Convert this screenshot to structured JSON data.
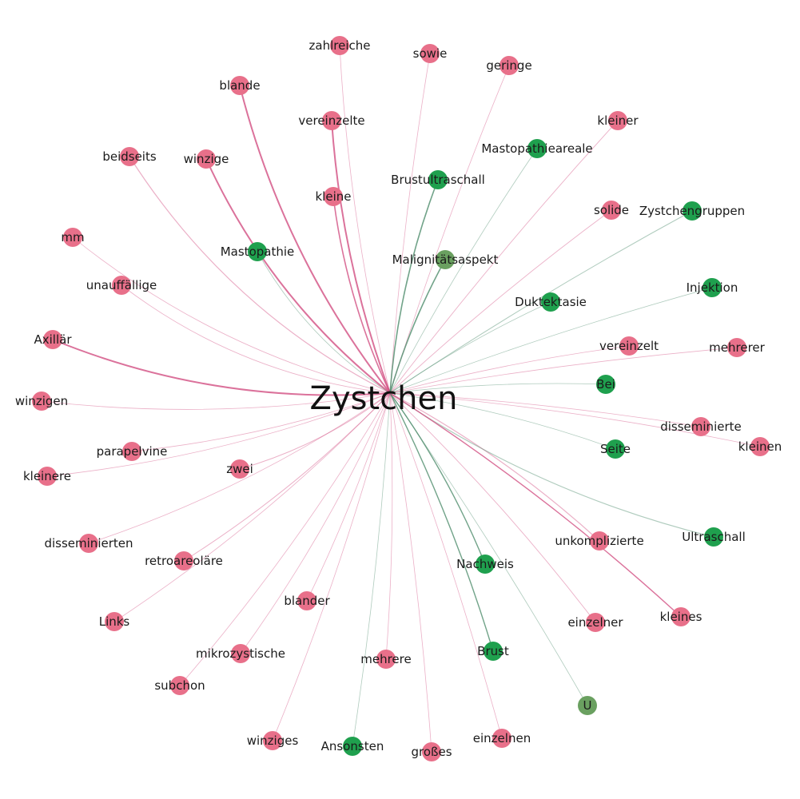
{
  "graph": {
    "center": {
      "label": "Zystchen"
    },
    "colors": {
      "adjective": "#e8708a",
      "noun": "#1fa04e",
      "mixed": "#6aa060",
      "edge_adjective": "#d24f82",
      "edge_noun": "#4d8c6c"
    },
    "nodes": [
      {
        "label": "zahlreiche",
        "type": "adjective"
      },
      {
        "label": "sowie",
        "type": "adjective"
      },
      {
        "label": "geringe",
        "type": "adjective"
      },
      {
        "label": "blande",
        "type": "adjective"
      },
      {
        "label": "vereinzelte",
        "type": "adjective"
      },
      {
        "label": "kleiner",
        "type": "adjective"
      },
      {
        "label": "Mastopathieareale",
        "type": "noun"
      },
      {
        "label": "beidseits",
        "type": "adjective"
      },
      {
        "label": "winzige",
        "type": "adjective"
      },
      {
        "label": "Brustultraschall",
        "type": "noun"
      },
      {
        "label": "kleine",
        "type": "adjective"
      },
      {
        "label": "solide",
        "type": "adjective"
      },
      {
        "label": "Zystchengruppen",
        "type": "noun"
      },
      {
        "label": "mm",
        "type": "adjective"
      },
      {
        "label": "Mastopathie",
        "type": "noun"
      },
      {
        "label": "Malignitätsaspekt",
        "type": "mixed"
      },
      {
        "label": "unauffällige",
        "type": "adjective"
      },
      {
        "label": "Injektion",
        "type": "noun"
      },
      {
        "label": "Duktektasie",
        "type": "noun"
      },
      {
        "label": "Axillär",
        "type": "adjective"
      },
      {
        "label": "vereinzelt",
        "type": "adjective"
      },
      {
        "label": "mehrerer",
        "type": "adjective"
      },
      {
        "label": "Bei",
        "type": "noun"
      },
      {
        "label": "winzigen",
        "type": "adjective"
      },
      {
        "label": "disseminierte",
        "type": "adjective"
      },
      {
        "label": "parapelvine",
        "type": "adjective"
      },
      {
        "label": "Seite",
        "type": "noun"
      },
      {
        "label": "kleinen",
        "type": "adjective"
      },
      {
        "label": "zwei",
        "type": "adjective"
      },
      {
        "label": "kleinere",
        "type": "adjective"
      },
      {
        "label": "unkomplizierte",
        "type": "adjective"
      },
      {
        "label": "Ultraschall",
        "type": "noun"
      },
      {
        "label": "disseminierten",
        "type": "adjective"
      },
      {
        "label": "retroareoläre",
        "type": "adjective"
      },
      {
        "label": "Nachweis",
        "type": "noun"
      },
      {
        "label": "blander",
        "type": "adjective"
      },
      {
        "label": "Links",
        "type": "adjective"
      },
      {
        "label": "einzelner",
        "type": "adjective"
      },
      {
        "label": "kleines",
        "type": "adjective"
      },
      {
        "label": "mikrozystische",
        "type": "adjective"
      },
      {
        "label": "Brust",
        "type": "noun"
      },
      {
        "label": "mehrere",
        "type": "adjective"
      },
      {
        "label": "subchon",
        "type": "adjective"
      },
      {
        "label": "U",
        "type": "mixed"
      },
      {
        "label": "winziges",
        "type": "adjective"
      },
      {
        "label": "Ansonsten",
        "type": "noun"
      },
      {
        "label": "großes",
        "type": "adjective"
      },
      {
        "label": "einzelnen",
        "type": "adjective"
      }
    ]
  }
}
